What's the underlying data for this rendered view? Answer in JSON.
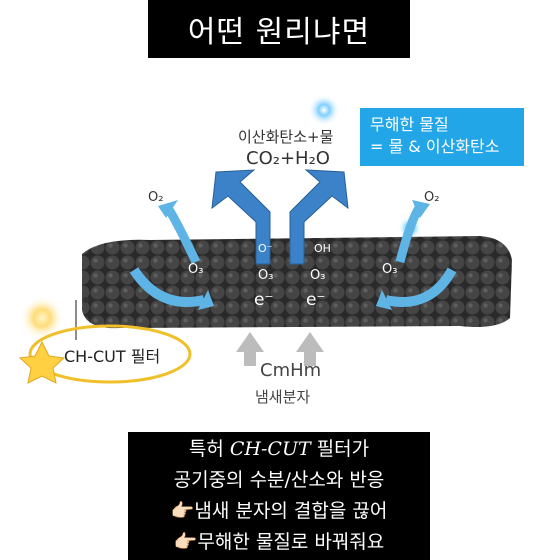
{
  "header": {
    "title": "어떤 원리냐면"
  },
  "diagram": {
    "co2_korean": "이산화탄소+물",
    "co2_formula": "CO₂+H₂O",
    "harmless_line1": "무해한 물질",
    "harmless_line2": "= 물 & 이산화탄소",
    "o2_left": "O₂",
    "o2_right": "O₂",
    "o3_1": "O₃",
    "o3_2": "O₃",
    "o3_3": "O₃",
    "o3_4": "O₃",
    "oh_left": "O⁻",
    "oh_right": "OH",
    "e_left": "e⁻",
    "e_right": "e⁻",
    "filter_label": "CH-CUT 필터",
    "cmhm": "CmHm",
    "molecule_label": "냄새분자"
  },
  "caption": {
    "line1_prefix": "특허 ",
    "line1_brand": "CH-CUT",
    "line1_suffix": " 필터가",
    "line2": "공기중의 수분/산소와 반응",
    "line3": "냄새 분자의 결합을 끊어",
    "line4": "무해한 물질로 바꿔줘요",
    "pointer_icon": "👉🏻"
  },
  "colors": {
    "accent_blue": "#22a6e8",
    "arrow_blue": "#3c82c8",
    "ring_gold": "#f0c02a",
    "filter_dark": "#3a3a3a"
  }
}
